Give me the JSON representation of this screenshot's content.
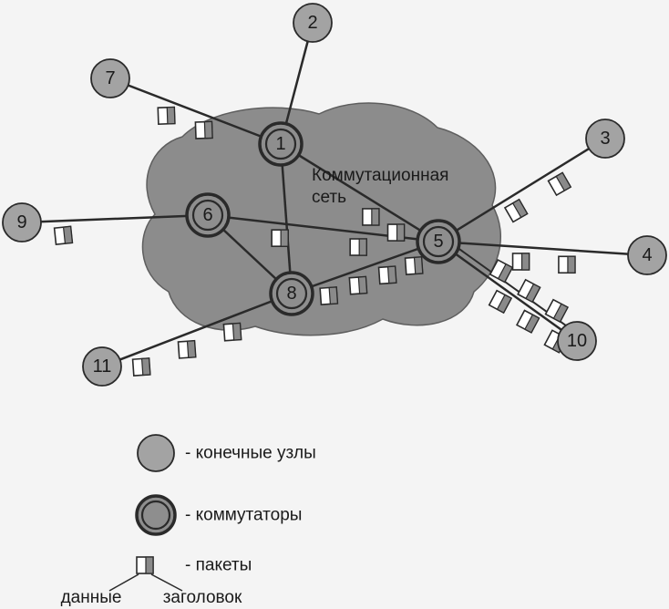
{
  "diagram": {
    "cloud_label_line1": "Коммутационная",
    "cloud_label_line2": "сеть",
    "colors": {
      "cloud": "#8c8c8c",
      "end_node": "#a3a3a3",
      "switch": "#8e8e8e",
      "stroke": "#2a2a2a",
      "background": "#f4f4f4"
    },
    "end_nodes": [
      {
        "id": "2",
        "label": "2"
      },
      {
        "id": "3",
        "label": "3"
      },
      {
        "id": "4",
        "label": "4"
      },
      {
        "id": "7",
        "label": "7"
      },
      {
        "id": "9",
        "label": "9"
      },
      {
        "id": "10",
        "label": "10"
      },
      {
        "id": "11",
        "label": "11"
      }
    ],
    "switches": [
      {
        "id": "1",
        "label": "1"
      },
      {
        "id": "5",
        "label": "5"
      },
      {
        "id": "6",
        "label": "6"
      },
      {
        "id": "8",
        "label": "8"
      }
    ],
    "links": [
      [
        "7",
        "1"
      ],
      [
        "2",
        "1"
      ],
      [
        "1",
        "5"
      ],
      [
        "1",
        "8"
      ],
      [
        "6",
        "5"
      ],
      [
        "6",
        "8"
      ],
      [
        "8",
        "5"
      ],
      [
        "9",
        "6"
      ],
      [
        "11",
        "8"
      ],
      [
        "5",
        "3"
      ],
      [
        "5",
        "4"
      ],
      [
        "5",
        "10"
      ]
    ]
  },
  "legend": {
    "end_nodes_text": "- конечные узлы",
    "switches_text": "- коммутаторы",
    "packets_text": "- пакеты",
    "data_label": "данные",
    "header_label": "заголовок"
  }
}
